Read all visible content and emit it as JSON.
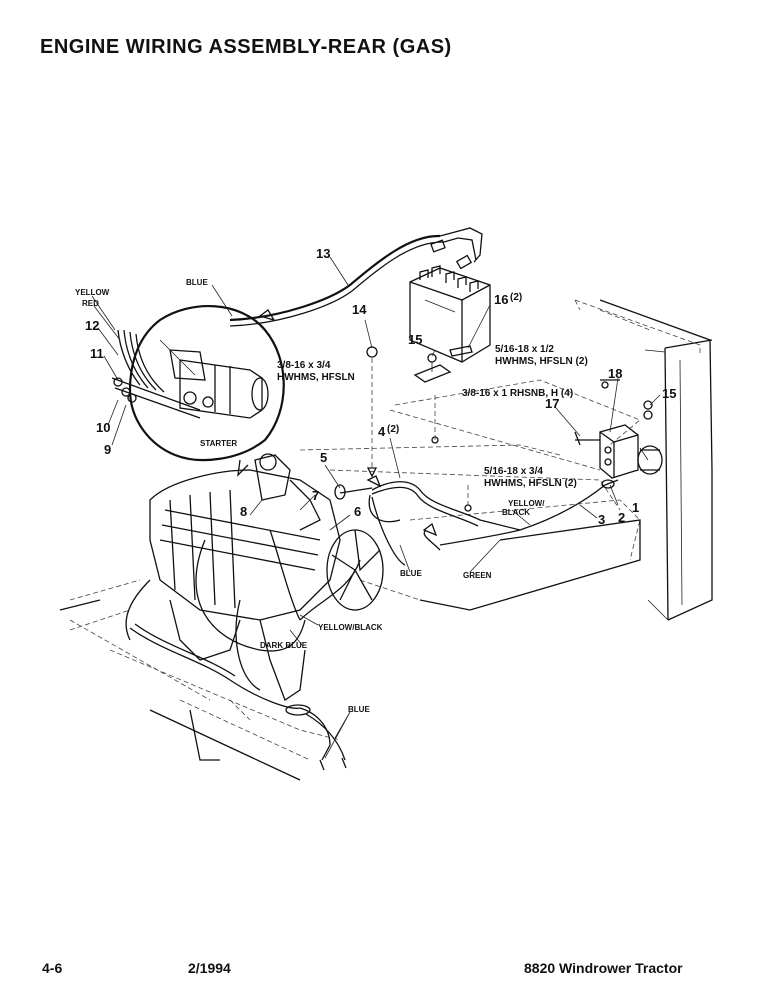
{
  "title": "ENGINE WIRING ASSEMBLY-REAR (GAS)",
  "footer": {
    "page": "4-6",
    "date": "2/1994",
    "model": "8820 Windrower Tractor"
  },
  "callouts": {
    "c1": "1",
    "c2": "2",
    "c3": "3",
    "c4": "4",
    "c4q": "(2)",
    "c5": "5",
    "c6": "6",
    "c7": "7",
    "c8": "8",
    "c9": "9",
    "c10": "10",
    "c11": "11",
    "c12": "12",
    "c13": "13",
    "c14": "14",
    "c15a": "15",
    "c15b": "15",
    "c16": "16",
    "c16q": "(2)",
    "c17": "17",
    "c18": "18"
  },
  "notes": {
    "hw1_a": "3/8-16 x 3/4",
    "hw1_b": "HWHMS, HFSLN",
    "hw2_a": "5/16-18 x 1/2",
    "hw2_b": "HWHMS, HFSLN (2)",
    "hw3": "3/8-16 x 1 RHSNB, H (4)",
    "hw4_a": "5/16-18 x 3/4",
    "hw4_b": "HWHMS, HFSLN (2)"
  },
  "wire_labels": {
    "blue_top": "BLUE",
    "yellow": "YELLOW",
    "red": "RED",
    "starter": "STARTER",
    "yellow_black_a": "YELLOW/",
    "yellow_black_b": "BLACK",
    "blue_mid": "BLUE",
    "green": "GREEN",
    "yellow_black_2": "YELLOW/BLACK",
    "dark_blue": "DARK BLUE",
    "blue_bottom": "BLUE"
  }
}
